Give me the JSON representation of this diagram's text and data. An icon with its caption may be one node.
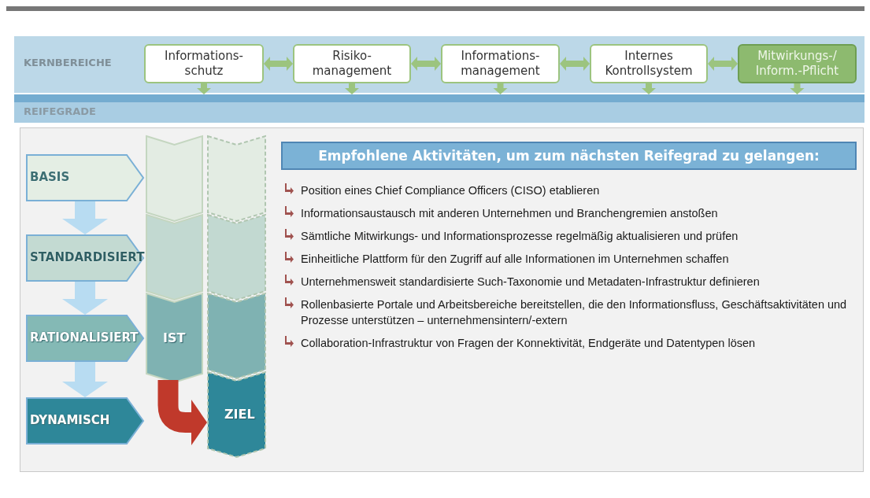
{
  "diagram": {
    "nodes": [
      {
        "text": [
          "KERNBEREICHE"
        ]
      },
      {
        "text": [
          "Informations- schutz"
        ],
        "in": 0
      },
      {
        "text": [
          "Risiko- management"
        ],
        "in": 0
      },
      {
        "text": [
          "Informations- management"
        ],
        "in": 0
      },
      {
        "text": [
          "Internes Kontrollsystem"
        ],
        "in": 0
      },
      {
        "text": [
          "Mitwirkungs-/ Inform.-Pflicht"
        ],
        "in": 0
      },
      {
        "text": [
          "REIFEGRADE"
        ]
      },
      {
        "text": [
          "BASIS"
        ]
      },
      {
        "text": [
          "STANDARDISIERT"
        ]
      },
      {
        "text": [
          "RATIONALISIERT"
        ]
      },
      {
        "text": [
          "DYNAMISCH"
        ]
      },
      {
        "text": [],
        "shape": "chevron"
      },
      {
        "text": [],
        "shape": "chevron"
      },
      {
        "text": [
          "IST"
        ]
      },
      {
        "text": [],
        "shape": "chevron"
      },
      {
        "text": [],
        "shape": "chevron"
      },
      {
        "text": [],
        "shape": "chevron"
      },
      {
        "text": [
          "ZIEL"
        ]
      },
      {
        "text": [
          "Empfohlene Aktivitäten, um zum nächsten Reifegrad zu gelangen:"
        ]
      }
    ],
    "edges": [
      {
        "from": 1,
        "to": 2,
        "arrow": "both"
      },
      {
        "from": 2,
        "to": 3,
        "arrow": "both"
      },
      {
        "from": 3,
        "to": 4,
        "arrow": "both"
      },
      {
        "from": 4,
        "to": 5,
        "arrow": "both"
      },
      {
        "from": 1,
        "to": 6,
        "arrow": "to"
      },
      {
        "from": 2,
        "to": 6,
        "arrow": "to"
      },
      {
        "from": 3,
        "to": 6,
        "arrow": "to"
      },
      {
        "from": 4,
        "to": 6,
        "arrow": "to"
      },
      {
        "from": 5,
        "to": 6,
        "arrow": "to"
      },
      {
        "from": 7,
        "to": 8,
        "arrow": "to",
        "style": "thick",
        "color": "#b8dcf2"
      },
      {
        "from": 8,
        "to": 9,
        "arrow": "to",
        "style": "thick",
        "color": "#b8dcf2"
      },
      {
        "from": 9,
        "to": 10,
        "arrow": "to",
        "style": "thick",
        "color": "#b8dcf2"
      },
      {
        "from": 13,
        "to": 17,
        "arrow": "to",
        "style": "thick",
        "color": "#c0392b"
      }
    ],
    "labels": [
      "Position eines Chief Compliance Officers (CISO) etablieren",
      "Informationsaustausch mit anderen Unternehmen und Branchengremien anstoßen",
      "Sämtliche Mitwirkungs- und Informationsprozesse regelmäßig aktualisieren und prüfen",
      "Einheitliche Plattform für den Zugriff auf alle Informationen im Unternehmen schaffen",
      "Unternehmensweit standardisierte Such-Taxonomie und Metadaten-Infrastruktur definieren",
      "Rollenbasierte Portale und Arbeitsbereiche bereitstellen, die den Informationsfluss, Geschäftsaktivitäten und Prozesse unterstützen – unternehmensintern/-extern",
      "Collaboration-Infrastruktur von Fragen der Konnektivität, Endgeräte und Datentypen lösen"
    ]
  }
}
